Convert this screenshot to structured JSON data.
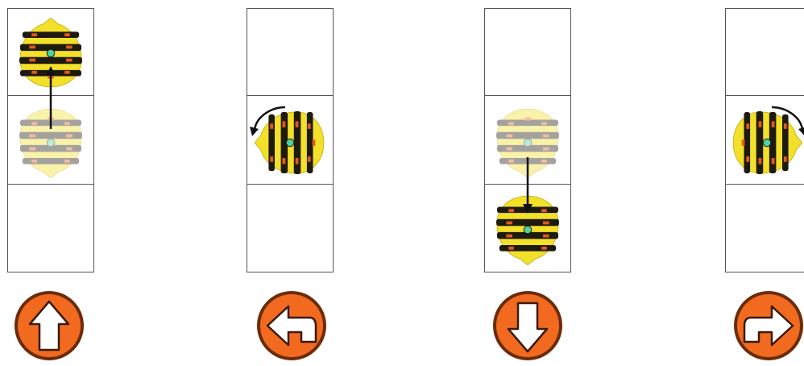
{
  "colors": {
    "button_fill": "#f26a1f",
    "button_ring": "#6b2c0c",
    "bee_yellow": "#f2e02a",
    "bee_stripe": "#1e1a10",
    "bee_detail": "#e35a17",
    "bee_eye": "#4fd1a4"
  },
  "panels": [
    {
      "name": "forward",
      "direction": "up",
      "icon": "arrow-up-icon",
      "ghost": true,
      "turn": false
    },
    {
      "name": "left",
      "direction": "left",
      "icon": "arrow-left-icon",
      "ghost": false,
      "turn": true
    },
    {
      "name": "backward",
      "direction": "down",
      "icon": "arrow-down-icon",
      "ghost": true,
      "turn": false
    },
    {
      "name": "right",
      "direction": "right",
      "icon": "arrow-right-icon",
      "ghost": false,
      "turn": true
    }
  ]
}
